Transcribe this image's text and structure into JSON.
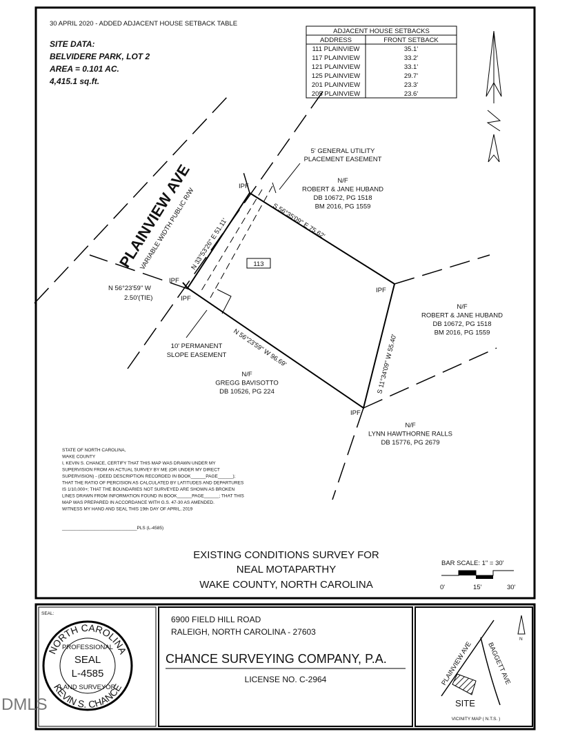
{
  "revision_note": "30 APRIL 2020 - ADDED ADJACENT HOUSE SETBACK TABLE",
  "site_data": [
    "SITE DATA:",
    "BELVIDERE PARK, LOT 2",
    "AREA = 0.101 AC.",
    "4,415.1 sq.ft."
  ],
  "setback_table": {
    "title": "ADJACENT HOUSE SETBACKS",
    "headers": [
      "ADDRESS",
      "FRONT SETBACK"
    ],
    "rows": [
      [
        "111 PLAINVIEW",
        "35.1'"
      ],
      [
        "117 PLAINVIEW",
        "33.2'"
      ],
      [
        "121 PLAINVIEW",
        "33.1'"
      ],
      [
        "125 PLAINVIEW",
        "29.7'"
      ],
      [
        "201 PLAINVIEW",
        "23.3'"
      ],
      [
        "205 PLAINVIEW",
        "23.6'"
      ]
    ]
  },
  "street": {
    "name": "PLAINVIEW AVE",
    "row": "VARIABLE WIDTH PUBLIC R/W"
  },
  "easements": {
    "utility": [
      "5' GENERAL UTILITY",
      "PLACEMENT EASEMENT"
    ],
    "slope": [
      "10' PERMANENT",
      "SLOPE EASEMENT"
    ]
  },
  "bearings": {
    "front": "N 33°53'26\" E 51.11'",
    "ne": "S 56°35'09\" E 75.62'",
    "east": "S 11°34'09\" W 55.40'",
    "sw": "N 56°23'59\" W 96.69'",
    "tie": [
      "N 56°23'59\" W",
      "2.50'(TIE)"
    ]
  },
  "ipf": "IPF",
  "house_number": "113",
  "neighbors": {
    "n1": [
      "N/F",
      "ROBERT & JANE HUBAND",
      "DB 10672, PG 1518",
      "BM 2016, PG 1559"
    ],
    "n2": [
      "N/F",
      "ROBERT & JANE HUBAND",
      "DB 10672, PG 1518",
      "BM 2016, PG 1559"
    ],
    "n3": [
      "N/F",
      "GREGG BAVISOTTO",
      "DB 10526, PG 224"
    ],
    "n4": [
      "N/F",
      "LYNN HAWTHORNE RALLS",
      "DB 15776, PG 2679"
    ]
  },
  "certificate": [
    "STATE OF NORTH CAROLINA,",
    "WAKE COUNTY",
    "I, KEVIN S. CHANCE, CERTIFY THAT THIS MAP WAS DRAWN UNDER MY",
    "SUPERVISION FROM AN ACTUAL SURVEY BY ME (OR UNDER MY DIRECT",
    "SUPERVISION) - (DEED DESCRIPTION RECORDED IN BOOK______PAGE______);",
    "THAT THE RATIO OF PERCISION AS CALCULATED BY LATITUDES AND DEPARTURES",
    "IS 1/10,000+; THAT THE BOUNDARIES NOT SURVEYED ARE SHOWN AS BROKEN",
    "LINES DRAWN FROM INFORMATION FOUND IN BOOK______PAGE______; THAT THIS",
    "MAP WAS PREPARED IN ACCORDANCE WITH G.S. 47-30 AS AMENDED.",
    "WITNESS MY HAND AND SEAL THIS 19th DAY OF APRIL, 2019"
  ],
  "signature_line": "______________________________PLS (L-4585)",
  "title": [
    "EXISTING CONDITIONS SURVEY FOR",
    "NEAL MOTAPARTHY",
    "WAKE COUNTY, NORTH CAROLINA"
  ],
  "scale": {
    "label": "BAR  SCALE: 1\" = 30'",
    "ticks": [
      "0'",
      "15'",
      "30'"
    ]
  },
  "seal": {
    "label": "SEAL:",
    "top": "NORTH CAROLINA",
    "prof": "PROFESSIONAL",
    "center": [
      "SEAL",
      "L-4585"
    ],
    "bottom": "LAND SURVEYOR",
    "name": "KEVIN S. CHANCE"
  },
  "company": {
    "address": [
      "6900 FIELD HILL ROAD",
      "RALEIGH,  NORTH  CAROLINA - 27603"
    ],
    "name": "CHANCE SURVEYING COMPANY, P.A.",
    "license": "LICENSE NO. C-2964"
  },
  "vicinity": {
    "road1": "PLAINVIEW AVE",
    "road2": "BAGGETT AVE",
    "site": "SITE",
    "caption": "VICINITY MAP   ( N.T.S. )",
    "north": "N"
  },
  "watermark": "DMLS"
}
